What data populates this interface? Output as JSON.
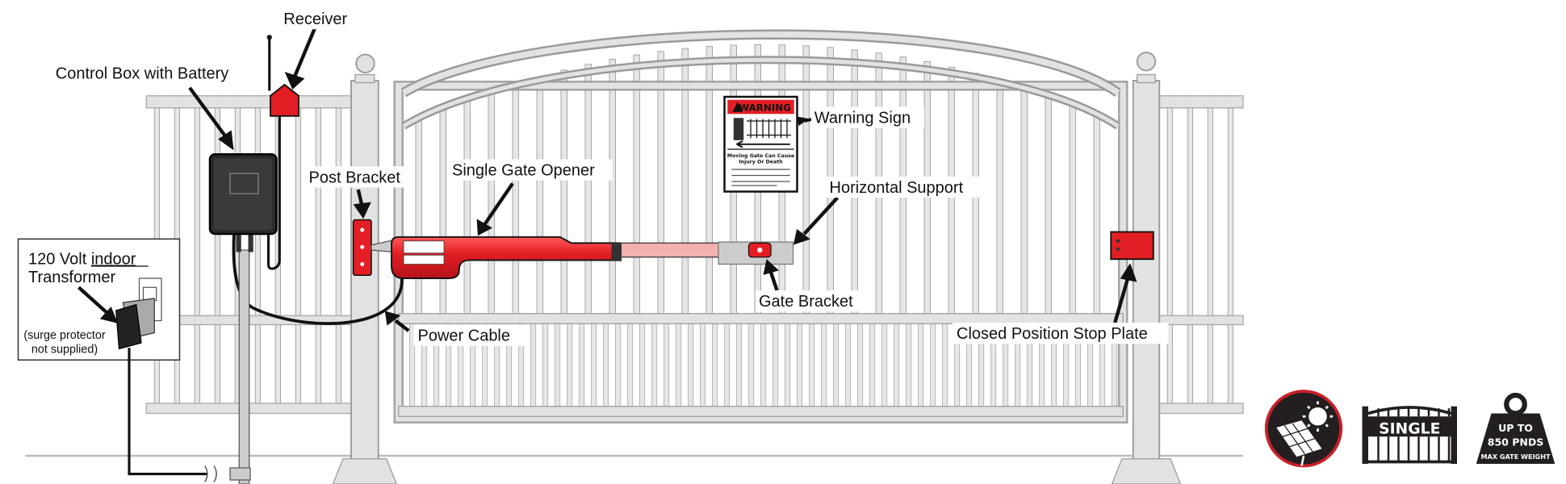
{
  "labels": {
    "receiver": "Receiver",
    "control_box": "Control Box with Battery",
    "post_bracket": "Post Bracket",
    "single_gate_opener": "Single Gate Opener",
    "warning_sign": "Warning Sign",
    "horizontal_support": "Horizontal Support",
    "gate_bracket": "Gate Bracket",
    "power_cable": "Power Cable",
    "closed_stop_plate": "Closed Position Stop Plate",
    "transformer_line1_prefix": "120 Volt ",
    "transformer_line1_underlined": "indoor",
    "transformer_line2": "Transformer",
    "transformer_note1": "(surge protector",
    "transformer_note2": "not supplied)"
  },
  "warning_sign": {
    "header": "WARNING",
    "headline1": "Moving Gate Can Cause",
    "headline2": "Injury Or Death"
  },
  "badges": {
    "solar": "solar-panel-icon",
    "gate_type": "SINGLE",
    "weight_line1": "UP TO",
    "weight_line2": "850 PNDS",
    "weight_line3": "MAX GATE WEIGHT"
  },
  "colors": {
    "red": "#e31e24",
    "fence": "#d4d4d4",
    "fence_edge": "#9a9a9a",
    "dark": "#222222"
  }
}
